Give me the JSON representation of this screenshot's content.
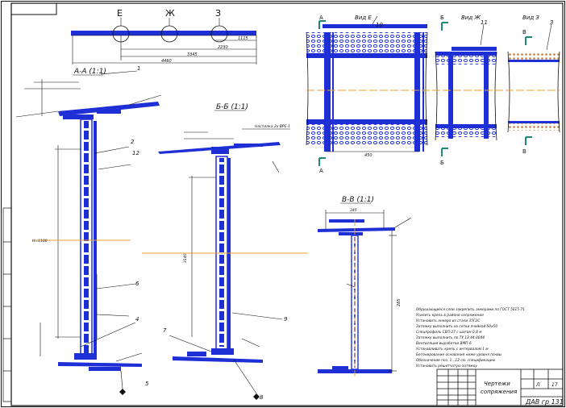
{
  "colors": {
    "structure": "#1f2fd6",
    "line": "#111111",
    "axis": "#e8a030",
    "hatch": "#c87838",
    "marker": "#1a8a7a"
  },
  "callouts": {
    "e": "Е",
    "zh": "Ж",
    "z": "З"
  },
  "sections": {
    "aa": "А-А (1:1)",
    "bb": "Б-Б (1:1)",
    "vv": "В-В (1:1)"
  },
  "views": {
    "e": "Вид Е",
    "zh": "Вид Ж",
    "z": "Вид З"
  },
  "cut_letters": {
    "a": "А",
    "b": "Б",
    "v": "В"
  },
  "dims": {
    "top1": "1115",
    "top2": "2230",
    "top3": "3345",
    "top4": "4460",
    "ve_width": "450",
    "vv_width": "345",
    "vv_height": "285",
    "bb_height": "3140",
    "aa_height": "Н=1100"
  },
  "leaders": {
    "n1": "1",
    "n2": "2",
    "n3": "3",
    "n4": "4",
    "n5": "5",
    "n6": "6",
    "n7": "7",
    "n8": "8",
    "n9": "9",
    "n10": "10",
    "n11": "11",
    "n12": "12"
  },
  "bb_note": "Настилка 2х ВРЕ-1",
  "notes": [
    "Обрушающиеся слои закрепить анкерами по ГОСТ 5015-71",
    "Усилить крепь в районе сопряжения",
    "Установить анкера из стали 35Г2С",
    "Затяжку выполнить из сетки ячейкой 50х50",
    "Спецпрофиль СВП-27 с шагом 0,8 м",
    "Затяжку выполнить по ТУ 12.44.0044",
    "Вентиляция выработки ВМП-6",
    "Устанавливать крепь с интервалом 1 м",
    "Бетонирование основания ниже уровня почвы",
    "Обозначение поз. 1...12 см. спецификацию",
    "Установить решетчатую затяжку"
  ],
  "title_block": {
    "title": "Чертежи",
    "subtitle": "сопряжения",
    "doc_code": "ДАВ гр 131",
    "sheet": "Л",
    "sheet_count": "17"
  }
}
